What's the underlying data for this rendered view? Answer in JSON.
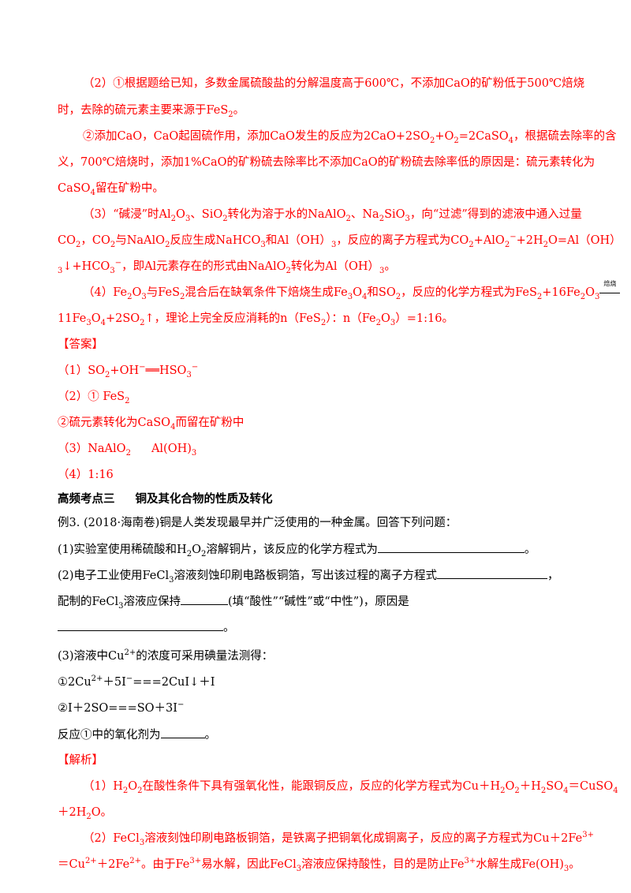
{
  "analysis_continued": {
    "p2_1_a": "（2）①根据题给已知，多数金属硫酸盐的分解温度高于600℃，不添加CaO的矿粉低于500℃焙烧",
    "p2_1_b": "时，去除的硫元素主要来源于FeS",
    "p2_2_a": "②添加CaO，CaO起固硫作用，添加CaO发生的反应为2CaO+2SO",
    "p2_2_b": "+O",
    "p2_2_c": "=2CaSO",
    "p2_2_d": "，根据硫去除率的含",
    "p2_2_e": "义，700℃焙烧时，添加1%CaO的矿粉硫去除率比不添加CaO的矿粉硫去除率低的原因是：硫元素转化为",
    "p2_2_f": "CaSO",
    "p2_2_g": "留在矿粉中。",
    "p3_a": "（3）“碱浸”时Al",
    "p3_b": "O",
    "p3_c": "、SiO",
    "p3_d": "转化为溶于水的NaAlO",
    "p3_e": "、Na",
    "p3_f": "SiO",
    "p3_g": "，向“过滤”得到的滤液中通入过量",
    "p3_h": "CO",
    "p3_i": "，CO",
    "p3_j": "与NaAlO",
    "p3_k": "反应生成NaHCO",
    "p3_l": "和Al（OH）",
    "p3_m": "，反应的离子方程式为CO",
    "p3_n": "+AlO",
    "p3_o": "+2H",
    "p3_p": "O=Al（OH）",
    "p3_q": "↓+HCO",
    "p3_r": "，即Al元素存在的形式由NaAlO",
    "p3_s": "转化为Al（OH）",
    "p3_t": "。",
    "p4_a": "（4）Fe",
    "p4_b": "O",
    "p4_c": "与FeS",
    "p4_d": "混合后在缺氧条件下焙烧生成Fe",
    "p4_e": "O",
    "p4_f": "和SO",
    "p4_g": "，反应的化学方程式为FeS",
    "p4_h": "+16Fe",
    "p4_i": "O",
    "p4_cond": "焙烧",
    "p4_j": "11Fe",
    "p4_k": "O",
    "p4_l": "+2SO",
    "p4_m": "↑，理论上完全反应消耗的n（FeS",
    "p4_n": "）：n（Fe",
    "p4_o": "O",
    "p4_p": "）=1:16。"
  },
  "answer": {
    "heading": "【答案】",
    "a1_a": "（1）SO",
    "a1_b": "+OH",
    "a1_c": "══HSO",
    "a2_a": "（2）① FeS",
    "a2_b": "②硫元素转化为CaSO",
    "a2_c": "而留在矿粉中",
    "a3_a": "（3）NaAlO",
    "a3_b": "Al(OH)",
    "a4": "（4）1:16"
  },
  "section": {
    "label": "高频考点三",
    "title": "铜及其化合物的性质及转化"
  },
  "example": {
    "intro": "例3. (2018·海南卷)铜是人类发现最早并广泛使用的一种金属。回答下列问题：",
    "q1_a": "(1)实验室使用稀硫酸和H",
    "q1_b": "O",
    "q1_c": "溶解铜片，该反应的化学方程式为",
    "q1_end": "。",
    "q2_a": "(2)电子工业使用FeCl",
    "q2_b": "溶液刻蚀印刷电路板铜箔，写出该过程的离子方程式",
    "q2_end": "，",
    "q2_c": "配制的FeCl",
    "q2_d": "溶液应保持",
    "q2_e": "(填“酸性”“碱性”或“中性”)，原因是",
    "q2_f": "。",
    "q3_a": "(3)溶液中Cu",
    "q3_b": "的浓度可采用碘量法测得：",
    "r1_a": "①2Cu",
    "r1_b": "＋5I",
    "r1_c": "===2CuI↓＋I",
    "r2_a": "②I＋2S",
    "r2_b": "O===S",
    "r2_c": "O＋3I",
    "q3_c": "反应①中的氧化剂为",
    "q3_end": "。"
  },
  "solution": {
    "heading": "【解析】",
    "s1_a": "（1）H",
    "s1_b": "O",
    "s1_c": "在酸性条件下具有强氧化性，能跟铜反应，反应的化学方程式为Cu＋H",
    "s1_d": "O",
    "s1_e": "＋H",
    "s1_f": "SO",
    "s1_g": "＝CuSO",
    "s1_h": "＋2H",
    "s1_i": "O。",
    "s2_a": "（2）FeCl",
    "s2_b": "溶液刻蚀印刷电路板铜箔，是铁离子把铜氧化成铜离子，反应的离子方程式为Cu＋2Fe",
    "s2_c": "＝Cu",
    "s2_d": "＋2Fe",
    "s2_e": "。由于Fe",
    "s2_f": "易水解，因此FeCl",
    "s2_g": "溶液应保持酸性，目的是防止Fe",
    "s2_h": "水解生成Fe(OH)",
    "s2_i": "。"
  },
  "scripts": {
    "sub2": "2",
    "sub3": "3",
    "sub4": "4",
    "sup_minus": "−",
    "sup_2plus": "2+",
    "sup_3plus": "3+",
    "sup_plus": "+"
  },
  "colors": {
    "answer_red": "#ff0000",
    "text_black": "#000000"
  }
}
